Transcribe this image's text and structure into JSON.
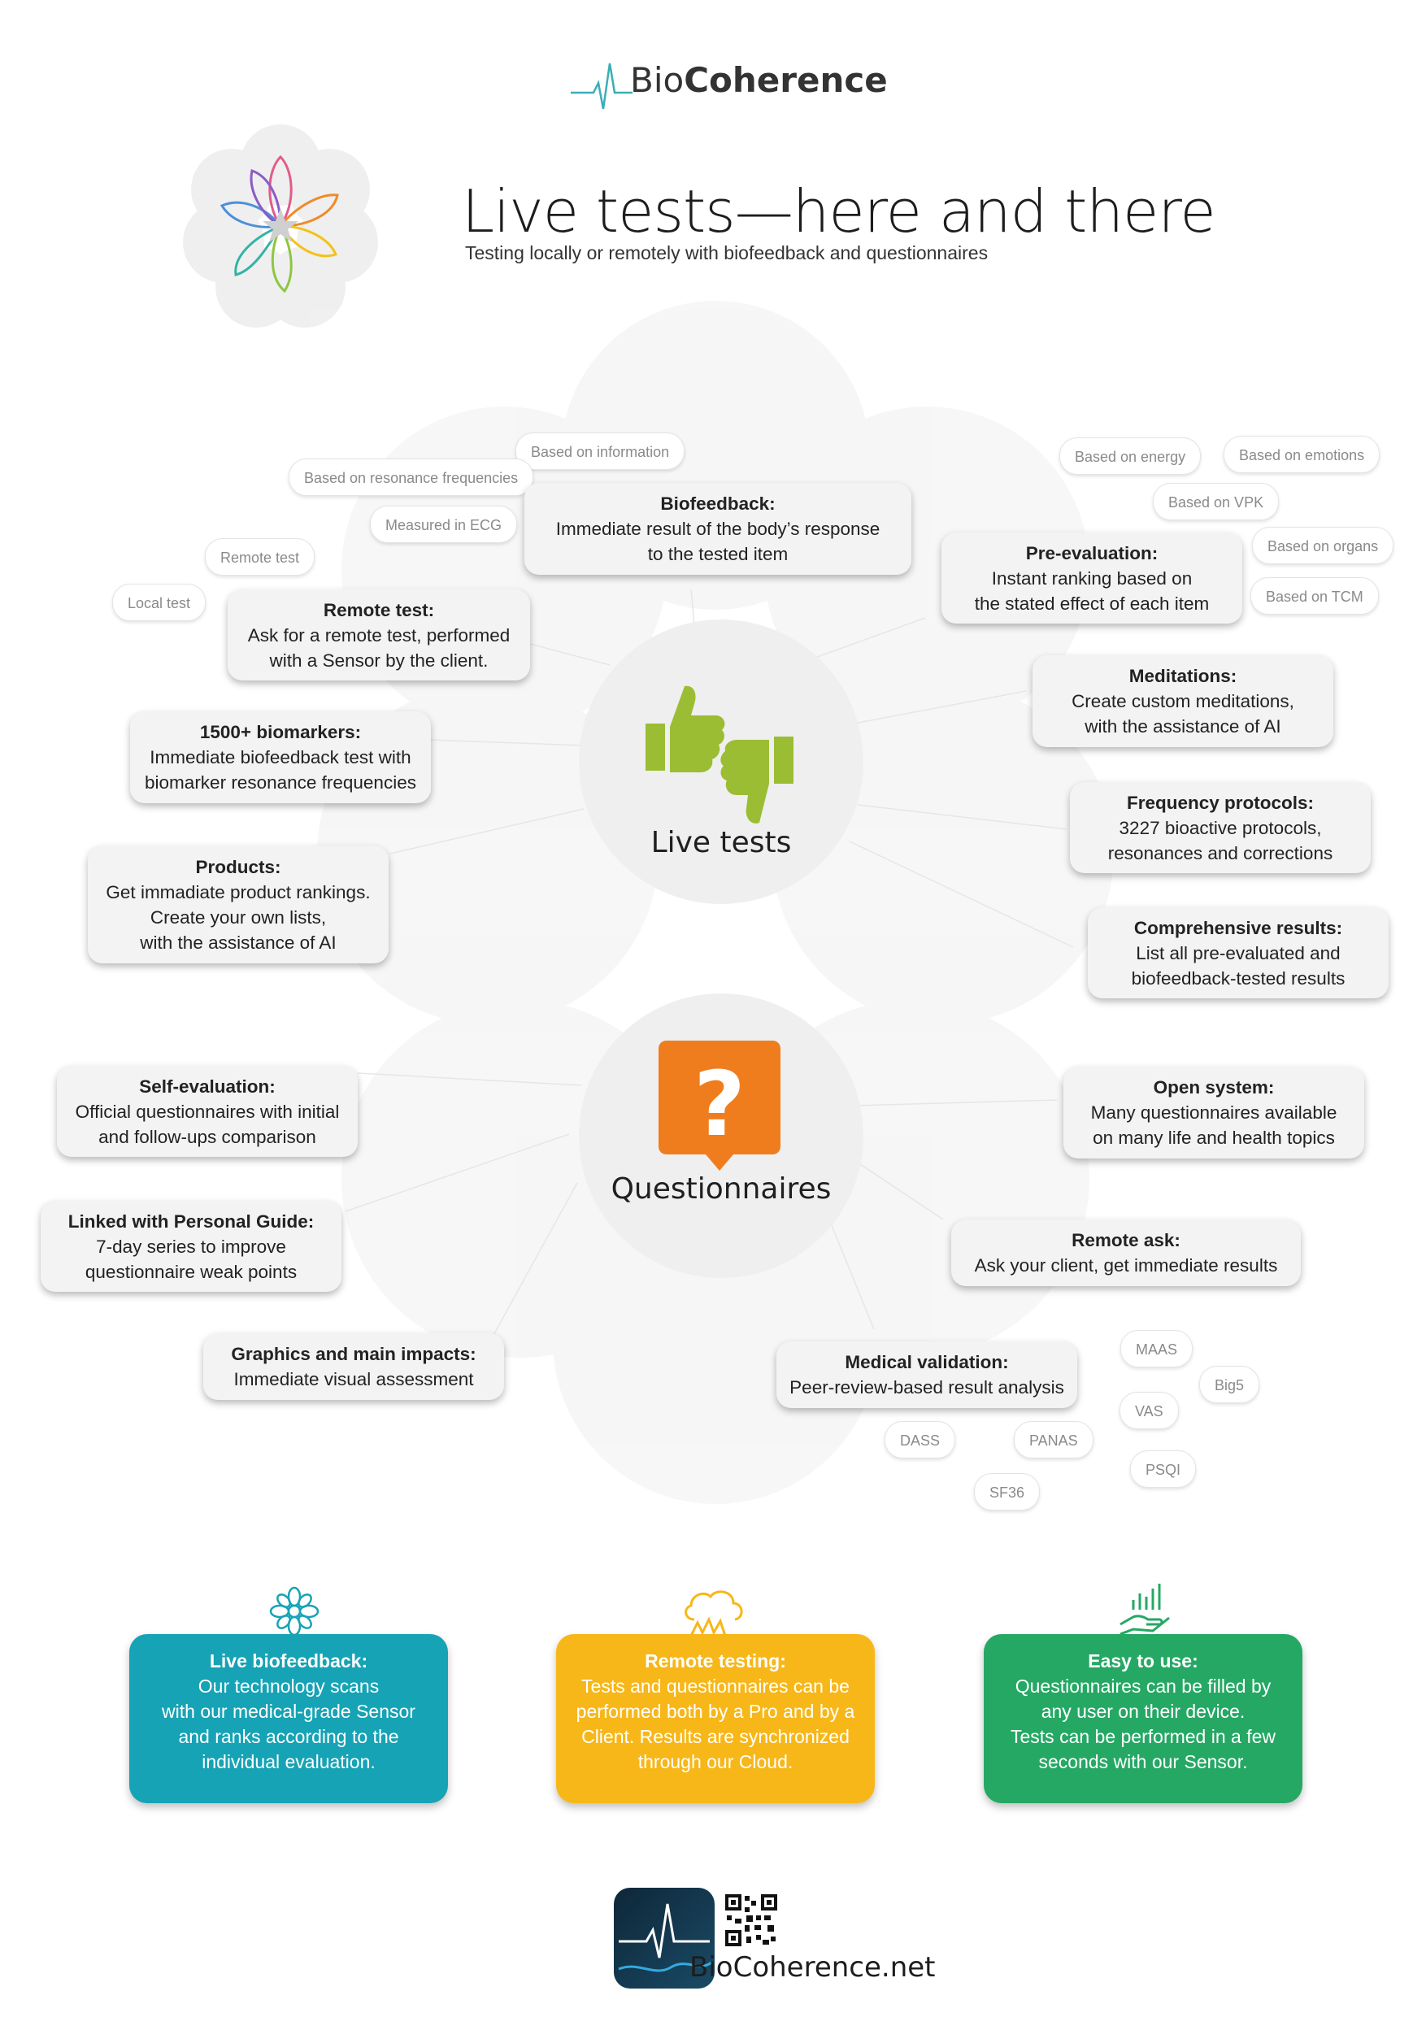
{
  "brand": {
    "logo_light": "Bio",
    "logo_bold": "Coherence",
    "site": "BioCoherence.net"
  },
  "header": {
    "title": "Live tests—here and there",
    "subtitle": "Testing locally or remotely with biofeedback and questionnaires"
  },
  "hubs": {
    "live": "Live tests",
    "questionnaires": "Questionnaires"
  },
  "live_items": [
    {
      "heading": "Biofeedback:",
      "text": "Immediate result of the body’s response\nto the tested item"
    },
    {
      "heading": "Remote test:",
      "text": "Ask for a remote test, performed\nwith a Sensor by the client."
    },
    {
      "heading": "1500+ biomarkers:",
      "text": "Immediate biofeedback test with\nbiomarker resonance frequencies"
    },
    {
      "heading": "Products:",
      "text": "Get immadiate product rankings.\nCreate your own lists,\nwith the assistance of AI"
    },
    {
      "heading": "Pre-evaluation:",
      "text": "Instant ranking based on\nthe stated effect of each item"
    },
    {
      "heading": "Meditations:",
      "text": "Create custom meditations,\nwith the assistance of AI"
    },
    {
      "heading": "Frequency protocols:",
      "text": "3227 bioactive protocols,\nresonances and corrections"
    },
    {
      "heading": "Comprehensive results:",
      "text": "List all pre-evaluated and\nbiofeedback-tested results"
    }
  ],
  "questionnaire_items": [
    {
      "heading": "Self-evaluation:",
      "text": "Official questionnaires with initial\nand follow-ups comparison"
    },
    {
      "heading": "Linked with Personal Guide:",
      "text": "7-day series to improve\nquestionnaire weak points"
    },
    {
      "heading": "Graphics and main impacts:",
      "text": "Immediate visual assessment"
    },
    {
      "heading": "Open system:",
      "text": "Many questionnaires available\non many life and health topics"
    },
    {
      "heading": "Remote ask:",
      "text": "Ask your client, get immediate results"
    },
    {
      "heading": "Medical validation:",
      "text": "Peer-review-based result analysis"
    }
  ],
  "chips": {
    "based_info": "Based on information",
    "based_resonance": "Based on resonance frequencies",
    "measured_ecg": "Measured in ECG",
    "remote_test": "Remote test",
    "local_test": "Local test",
    "based_energy": "Based on energy",
    "based_emotions": "Based on emotions",
    "based_vpk": "Based on VPK",
    "based_organs": "Based on organs",
    "based_tcm": "Based on TCM",
    "maas": "MAAS",
    "big5": "Big5",
    "vas": "VAS",
    "dass": "DASS",
    "panas": "PANAS",
    "psqi": "PSQI",
    "sf36": "SF36"
  },
  "bottom_cards": [
    {
      "heading": "Live biofeedback:",
      "text": "Our technology scans\nwith our medical-grade Sensor\nand ranks according to the\nindividual evaluation.",
      "color": "#16a3b5"
    },
    {
      "heading": "Remote testing:",
      "text": "Tests and questionnaires can be\nperformed both by a Pro and by a\nClient. Results are synchronized\nthrough our Cloud.",
      "color": "#f7b719"
    },
    {
      "heading": "Easy to use:",
      "text": "Questionnaires can be filled by\nany user on their device.\nTests can be performed in a few\nseconds with our Sensor.",
      "color": "#25a864"
    }
  ],
  "colors": {
    "live_icon": "#9bbd34",
    "question_icon": "#ef7d1e",
    "teal": "#16a3b5",
    "yellow": "#f7b719",
    "green": "#25a864"
  }
}
